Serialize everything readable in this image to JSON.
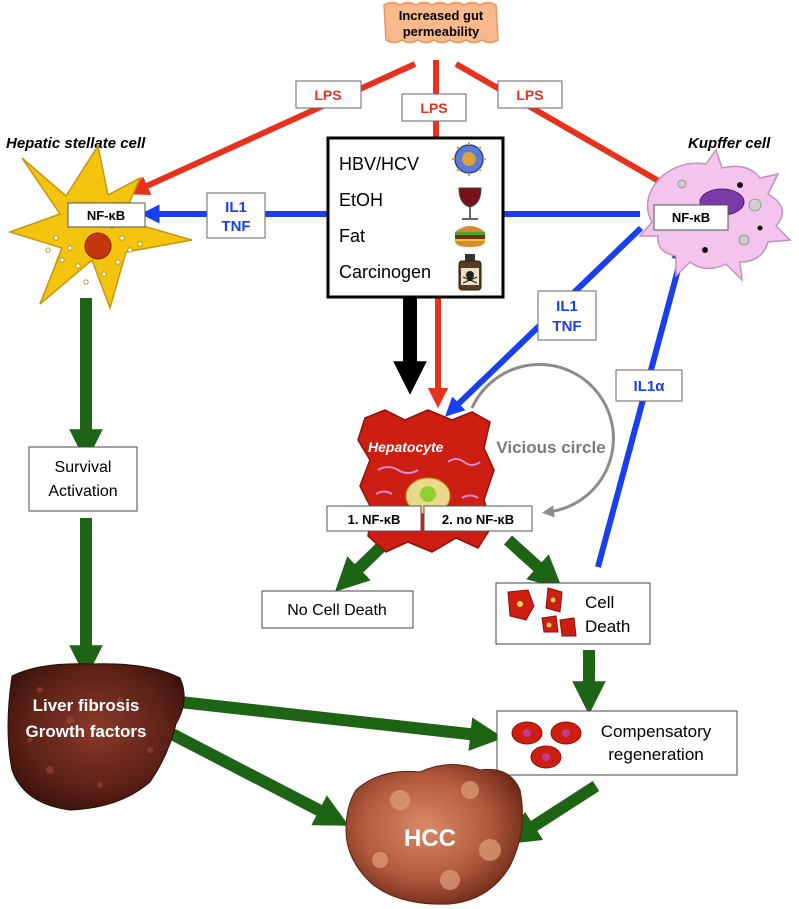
{
  "colors": {
    "red_arrow": "#e8321e",
    "blue_arrow": "#1a3ff0",
    "green_arrow": "#1d6414",
    "black_arrow": "#000000",
    "hepatocyte": "#cc1e12",
    "stellate_cell": "#f4c30d",
    "kupffer_cell": "#f4c5ec",
    "liver": "#6b2a1c",
    "box_fill": "#ffffff",
    "text_blue": "#1a3ff0",
    "text_red": "#e8321e"
  },
  "nodes": {
    "gut_line1": "Increased gut",
    "gut_line2": "permeability",
    "stellate_title": "Hepatic stellate cell",
    "stellate_nfkb": "NF-κB",
    "kupffer_title": "Kupffer cell",
    "kupffer_nfkb": "NF-κB",
    "causes": [
      "HBV/HCV",
      "EtOH",
      "Fat",
      "Carcinogen"
    ],
    "hepatocyte": "Hepatocyte",
    "vicious_circle": "Vicious circle",
    "branch_1": "1. NF-κB",
    "branch_2": "2. no NF-κB",
    "survival_line1": "Survival",
    "survival_line2": "Activation",
    "no_cell_death": "No Cell Death",
    "cell_death_line1": "Cell",
    "cell_death_line2": "Death",
    "fibrosis_line1": "Liver fibrosis",
    "fibrosis_line2": "Growth factors",
    "regeneration_line1": "Compensatory",
    "regeneration_line2": "regeneration",
    "hcc": "HCC"
  },
  "edge_labels": {
    "lps_left": "LPS",
    "lps_center": "LPS",
    "lps_right": "LPS",
    "il1_tnf_top_line1": "IL1",
    "il1_tnf_top_line2": "TNF",
    "il1_tnf_mid_line1": "IL1",
    "il1_tnf_mid_line2": "TNF",
    "il1_alpha": "IL1α"
  },
  "icons": [
    "virus-icon",
    "wine-glass-icon",
    "burger-icon",
    "poison-bottle-icon",
    "skull-icon"
  ]
}
